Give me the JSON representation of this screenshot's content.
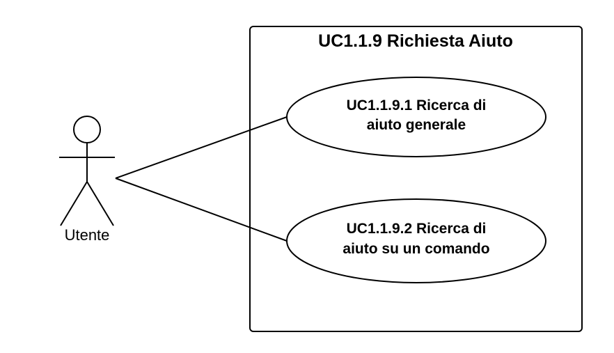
{
  "system": {
    "title": "UC1.1.9 Richiesta Aiuto"
  },
  "actor": {
    "name": "Utente"
  },
  "use_cases": [
    {
      "line1": "UC1.1.9.1 Ricerca di",
      "line2": "aiuto generale"
    },
    {
      "line1": "UC1.1.9.2 Ricerca di",
      "line2": "aiuto su un comando"
    }
  ],
  "associations": [
    {
      "from": "Utente",
      "to": "UC1.1.9.1 Ricerca di aiuto generale"
    },
    {
      "from": "Utente",
      "to": "UC1.1.9.2 Ricerca di aiuto su un comando"
    }
  ]
}
